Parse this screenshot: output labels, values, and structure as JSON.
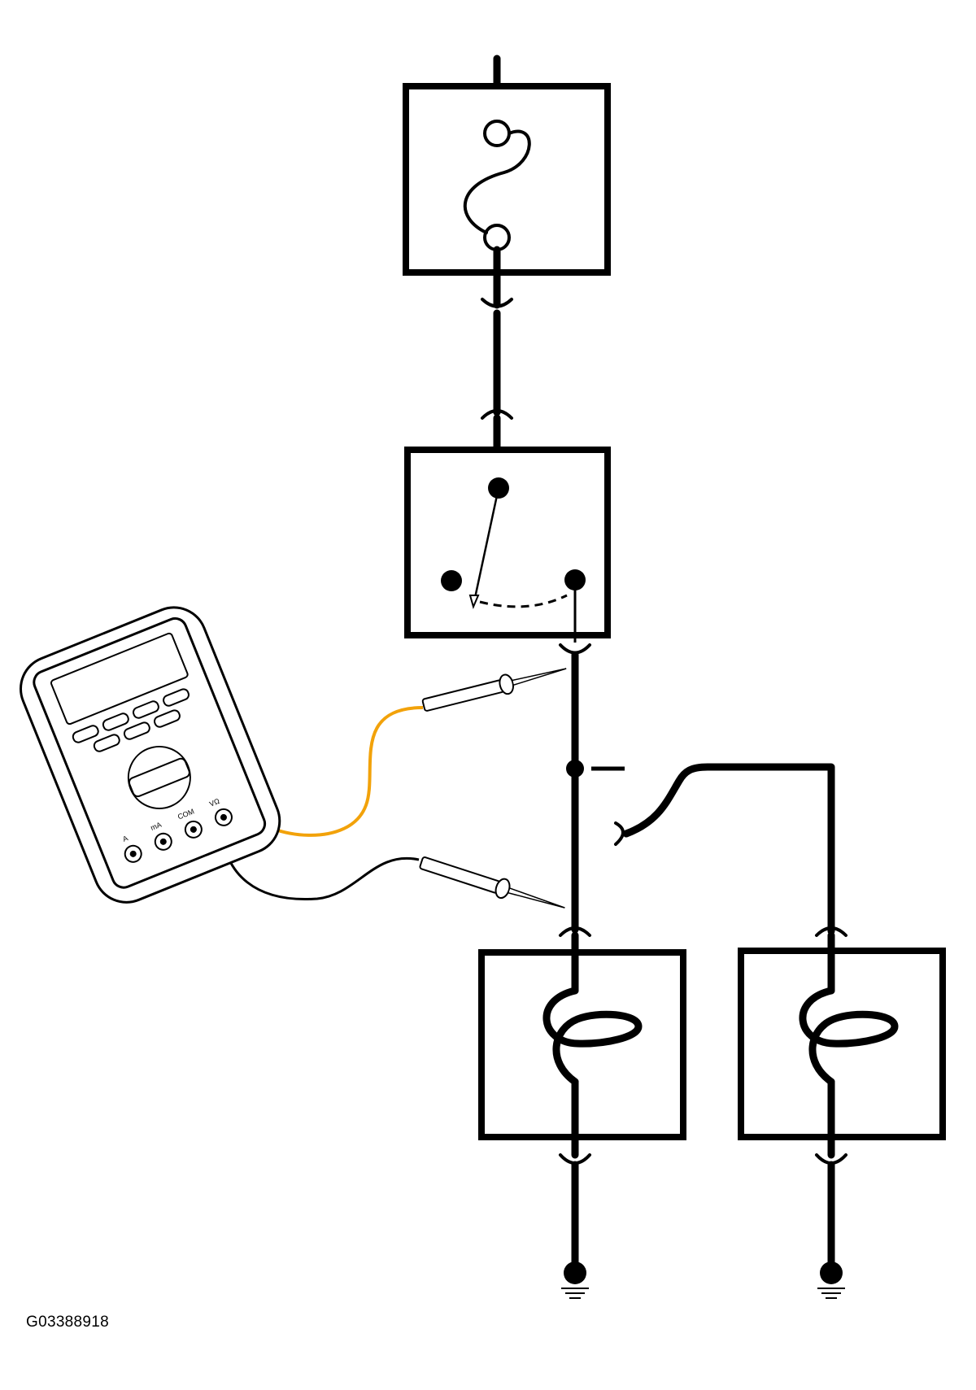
{
  "figure_id": "G03388918",
  "colors": {
    "wire": "#000000",
    "positive_lead": "#f2a20a",
    "negative_lead": "#000000",
    "background": "#ffffff"
  },
  "components": {
    "fuse": "fuse-symbol",
    "switch": "spdt-switch-symbol",
    "lamp_left": "lamp-symbol",
    "lamp_right": "lamp-symbol",
    "ground_left": "ground-symbol",
    "ground_right": "ground-symbol",
    "meter": "multimeter-icon"
  },
  "meter": {
    "jack_labels": [
      "A",
      "mA",
      "COM",
      "VΩ"
    ]
  }
}
